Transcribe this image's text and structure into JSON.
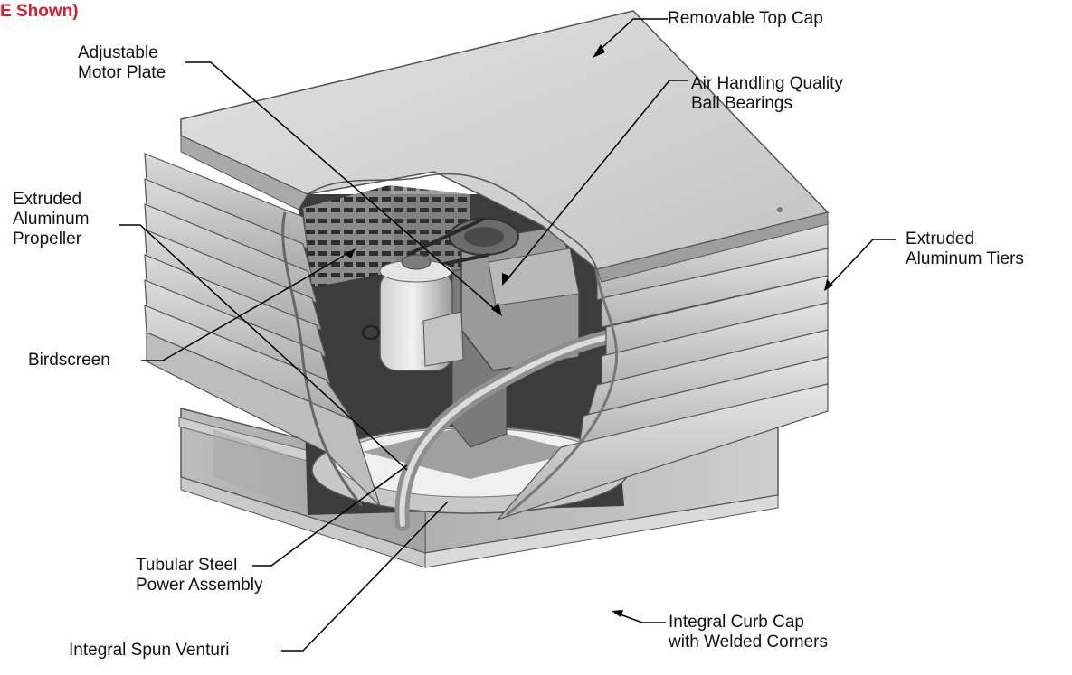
{
  "header_fragment": "E Shown)",
  "colors": {
    "header_red": "#d4202c",
    "metal_light": "#d6d6d6",
    "metal_mid": "#b5b5b5",
    "metal_dark": "#8a8a8a",
    "interior_dark": "#3a3a3a",
    "leader_line": "#000000"
  },
  "callouts": {
    "top_cap": "Removable Top Cap",
    "motor_plate_1": "Adjustable",
    "motor_plate_2": "Motor Plate",
    "bearings_1": "Air Handling Quality",
    "bearings_2": "Ball Bearings",
    "propeller_1": "Extruded",
    "propeller_2": "Aluminum",
    "propeller_3": "Propeller",
    "tiers_1": "Extruded",
    "tiers_2": "Aluminum Tiers",
    "birdscreen": "Birdscreen",
    "power_1": "Tubular Steel",
    "power_2": "Power Assembly",
    "curb_1": "Integral Curb Cap",
    "curb_2": "with Welded Corners",
    "venturi": "Integral Spun Venturi"
  }
}
